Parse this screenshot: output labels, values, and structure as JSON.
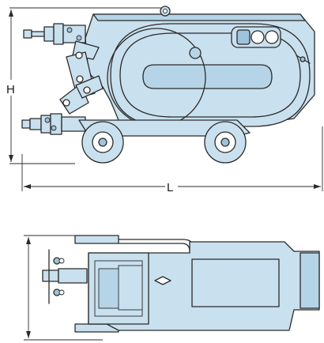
{
  "dimensions": {
    "height_label": "H",
    "length_label": "L"
  },
  "colors": {
    "body_fill": "#c9e0ee",
    "body_dark": "#9fc3da",
    "line": "#2b2b2b",
    "background": "#ffffff"
  },
  "views": [
    "side-view",
    "top-view"
  ]
}
